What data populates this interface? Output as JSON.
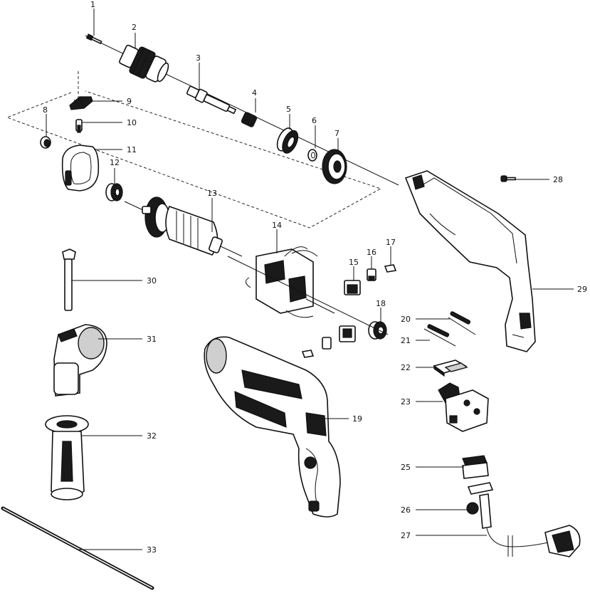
{
  "figure": {
    "kind": "exploded parts diagram (hammer drill)"
  },
  "parts": [
    {
      "id": "1",
      "label": "1"
    },
    {
      "id": "2",
      "label": "2"
    },
    {
      "id": "3",
      "label": "3"
    },
    {
      "id": "4",
      "label": "4"
    },
    {
      "id": "5",
      "label": "5"
    },
    {
      "id": "6",
      "label": "6"
    },
    {
      "id": "7",
      "label": "7"
    },
    {
      "id": "8",
      "label": "8"
    },
    {
      "id": "9",
      "label": "9"
    },
    {
      "id": "10",
      "label": "10"
    },
    {
      "id": "11",
      "label": "11"
    },
    {
      "id": "12",
      "label": "12"
    },
    {
      "id": "13",
      "label": "13"
    },
    {
      "id": "14",
      "label": "14"
    },
    {
      "id": "15",
      "label": "15"
    },
    {
      "id": "16",
      "label": "16"
    },
    {
      "id": "17",
      "label": "17"
    },
    {
      "id": "18",
      "label": "18"
    },
    {
      "id": "19",
      "label": "19"
    },
    {
      "id": "20",
      "label": "20"
    },
    {
      "id": "21",
      "label": "21"
    },
    {
      "id": "22",
      "label": "22"
    },
    {
      "id": "23",
      "label": "23"
    },
    {
      "id": "25",
      "label": "25"
    },
    {
      "id": "26",
      "label": "26"
    },
    {
      "id": "27",
      "label": "27"
    },
    {
      "id": "28",
      "label": "28"
    },
    {
      "id": "29",
      "label": "29"
    },
    {
      "id": "30",
      "label": "30"
    },
    {
      "id": "31",
      "label": "31"
    },
    {
      "id": "32",
      "label": "32"
    },
    {
      "id": "33",
      "label": "33"
    }
  ],
  "icons": {
    "screw": "screw-icon",
    "chuck": "drill-chuck-icon",
    "gear": "gear-icon",
    "bearing": "bearing-icon",
    "armature": "armature-icon",
    "stator": "stator-icon",
    "housing": "housing-icon",
    "handle": "side-handle-icon",
    "cable": "power-cable-icon"
  }
}
